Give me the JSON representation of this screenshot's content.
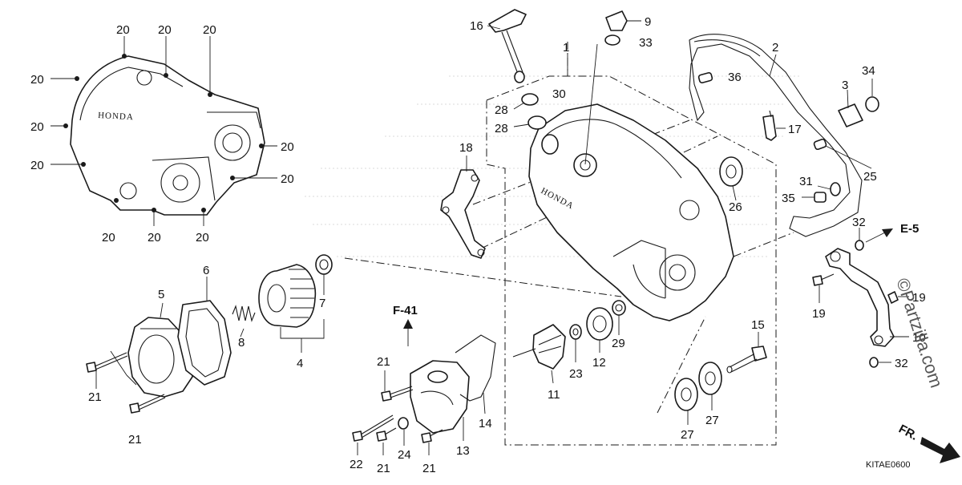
{
  "callouts": {
    "c1": "1",
    "c2": "2",
    "c3": "3",
    "c4": "4",
    "c5": "5",
    "c6": "6",
    "c7": "7",
    "c8": "8",
    "c9": "9",
    "c10": "10",
    "c11": "11",
    "c12": "12",
    "c13": "13",
    "c14": "14",
    "c15": "15",
    "c16": "16",
    "c17": "17",
    "c18": "18",
    "c19": "19",
    "c20": "20",
    "c21": "21",
    "c22": "22",
    "c23": "23",
    "c24": "24",
    "c25": "25",
    "c26": "26",
    "c27": "27",
    "c28": "28",
    "c29": "29",
    "c30": "30",
    "c31": "31",
    "c32": "32",
    "c33": "33",
    "c34": "34",
    "c35": "35",
    "c36": "36"
  },
  "references": {
    "f41": "F-41",
    "e5": "E-5",
    "fr": "FR."
  },
  "brand_text": "HONDA",
  "watermark": "©Partzilla.com",
  "diagram_code": "KITAE0600"
}
